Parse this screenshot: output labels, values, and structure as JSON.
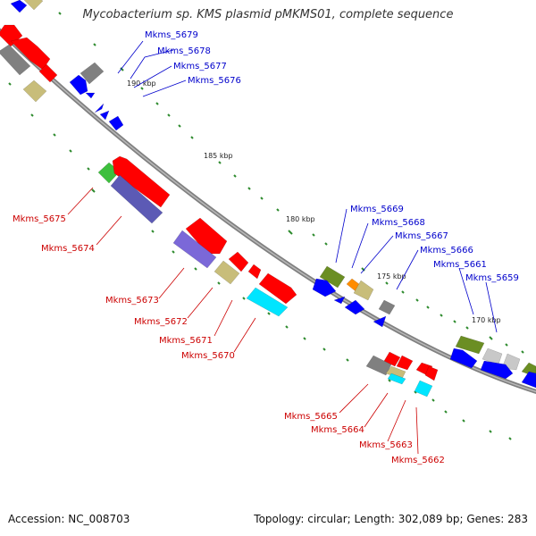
{
  "title": "Mycobacterium sp. KMS plasmid pMKMS01, complete sequence",
  "footer": {
    "accession": "Accession: NC_008703",
    "summary": "Topology: circular; Length: 302,089 bp; Genes: 283"
  },
  "kbp_labels": [
    "190 kbp",
    "185 kbp",
    "180 kbp",
    "175 kbp",
    "170 kbp"
  ],
  "gene_labels_blue": [
    "Mkms_5679",
    "Mkms_5678",
    "Mkms_5677",
    "Mkms_5676",
    "Mkms_5669",
    "Mkms_5668",
    "Mkms_5667",
    "Mkms_5666",
    "Mkms_5661",
    "Mkms_5659"
  ],
  "gene_labels_red": [
    "Mkms_5675",
    "Mkms_5674",
    "Mkms_5673",
    "Mkms_5672",
    "Mkms_5671",
    "Mkms_5670",
    "Mkms_5665",
    "Mkms_5664",
    "Mkms_5663",
    "Mkms_5662"
  ],
  "colors": {
    "red": "#ff0000",
    "blue": "#0000ff",
    "purple": "#5c5ab5",
    "gray": "#808080",
    "light_gray": "#c8c8c8",
    "khaki": "#c8bd7a",
    "olive": "#6b8e23",
    "green": "#3dbf3d",
    "cyan": "#00e5ff",
    "orange": "#ff8c00",
    "backbone": "#808080",
    "tick": "#2e8b2e",
    "blue_label": "#0000cc",
    "red_label": "#cc0000"
  }
}
